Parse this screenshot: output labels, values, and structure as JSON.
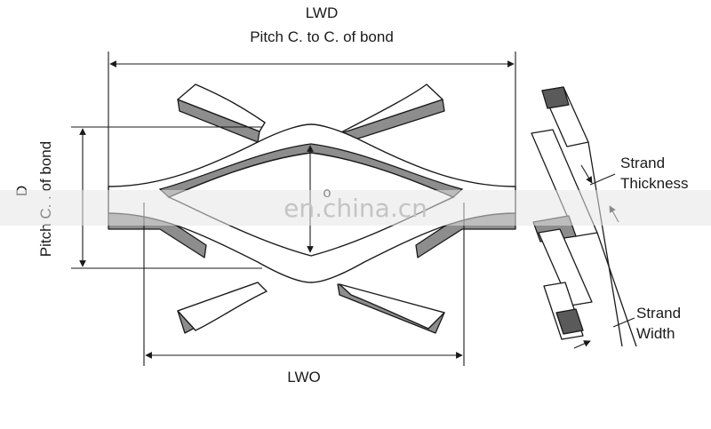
{
  "diagram": {
    "top_label_code": "LWD",
    "top_label_desc": "Pitch C. to C. of bond",
    "bottom_label_code": "LWO",
    "left_label_desc": "Pitch C.     . of bond",
    "left_label_code": "D",
    "center_label_code": "o",
    "strand_thickness_line1": "Strand",
    "strand_thickness_line2": "Thickness",
    "strand_width_line1": "Strand",
    "strand_width_line2": "Width",
    "watermark": "en.china.cn"
  },
  "colors": {
    "line": "#1a1a1a",
    "shade": "#8d8d8d",
    "dark_shade": "#5a5a5a",
    "face": "#ffffff",
    "watermark_band": "#e6e6e6",
    "watermark_text": "#c4c4c4"
  }
}
